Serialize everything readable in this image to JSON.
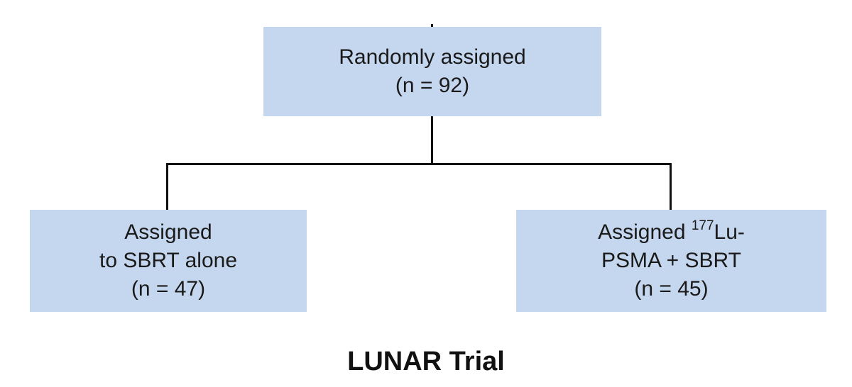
{
  "diagram": {
    "root": {
      "line1": "Randomly assigned",
      "line2": "(n = 92)"
    },
    "left_arm": {
      "line1": "Assigned",
      "line2": "to SBRT alone",
      "line3": "(n = 47)"
    },
    "right_arm": {
      "line1_prefix": "Assigned ",
      "line1_sup": "177",
      "line1_suffix": "Lu-",
      "line2": "PSMA + SBRT",
      "line3": "(n = 45)"
    },
    "caption": "LUNAR Trial",
    "colors": {
      "box_fill": "#c5d7ee",
      "connector": "#111111",
      "text": "#1a1a1a"
    }
  }
}
